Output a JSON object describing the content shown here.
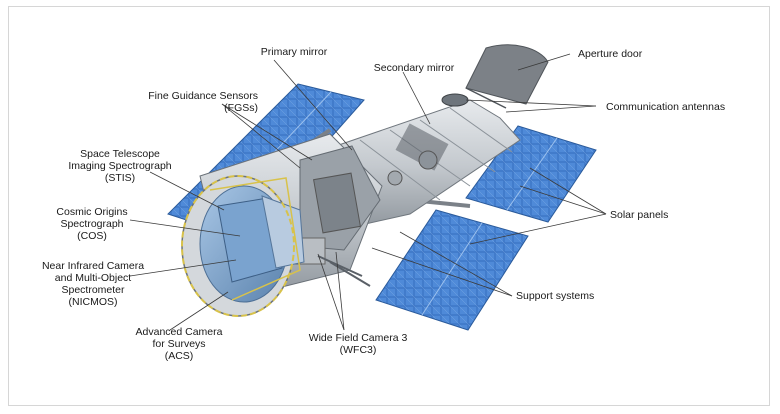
{
  "diagram": {
    "labels": {
      "primary_mirror": [
        "Primary mirror"
      ],
      "secondary_mirror": [
        "Secondary mirror"
      ],
      "aperture_door": [
        "Aperture door"
      ],
      "fgs": [
        "Fine Guidance Sensors",
        "(FGSs)"
      ],
      "communication_antennas": [
        "Communication antennas"
      ],
      "stis": [
        "Space Telescope",
        "Imaging Spectrograph",
        "(STIS)"
      ],
      "cos": [
        "Cosmic Origins",
        "Spectrograph",
        "(COS)"
      ],
      "solar_panels": [
        "Solar panels"
      ],
      "nicmos": [
        "Near Infrared Camera",
        "and Multi-Object",
        "Spectrometer",
        "(NICMOS)"
      ],
      "support_systems": [
        "Support systems"
      ],
      "acs": [
        "Advanced Camera",
        "for Surveys",
        "(ACS)"
      ],
      "wfc3": [
        "Wide Field Camera 3",
        "(WFC3)"
      ]
    },
    "colors": {
      "panel_blue": "#3f78c8",
      "panel_grid": "#9cc1ee",
      "body_silver": "#c9cdd2",
      "body_dark": "#6e757c",
      "door_gray": "#7c8187",
      "callout_line": "#3a3a3a",
      "ring_gold": "#d8c24a"
    }
  }
}
